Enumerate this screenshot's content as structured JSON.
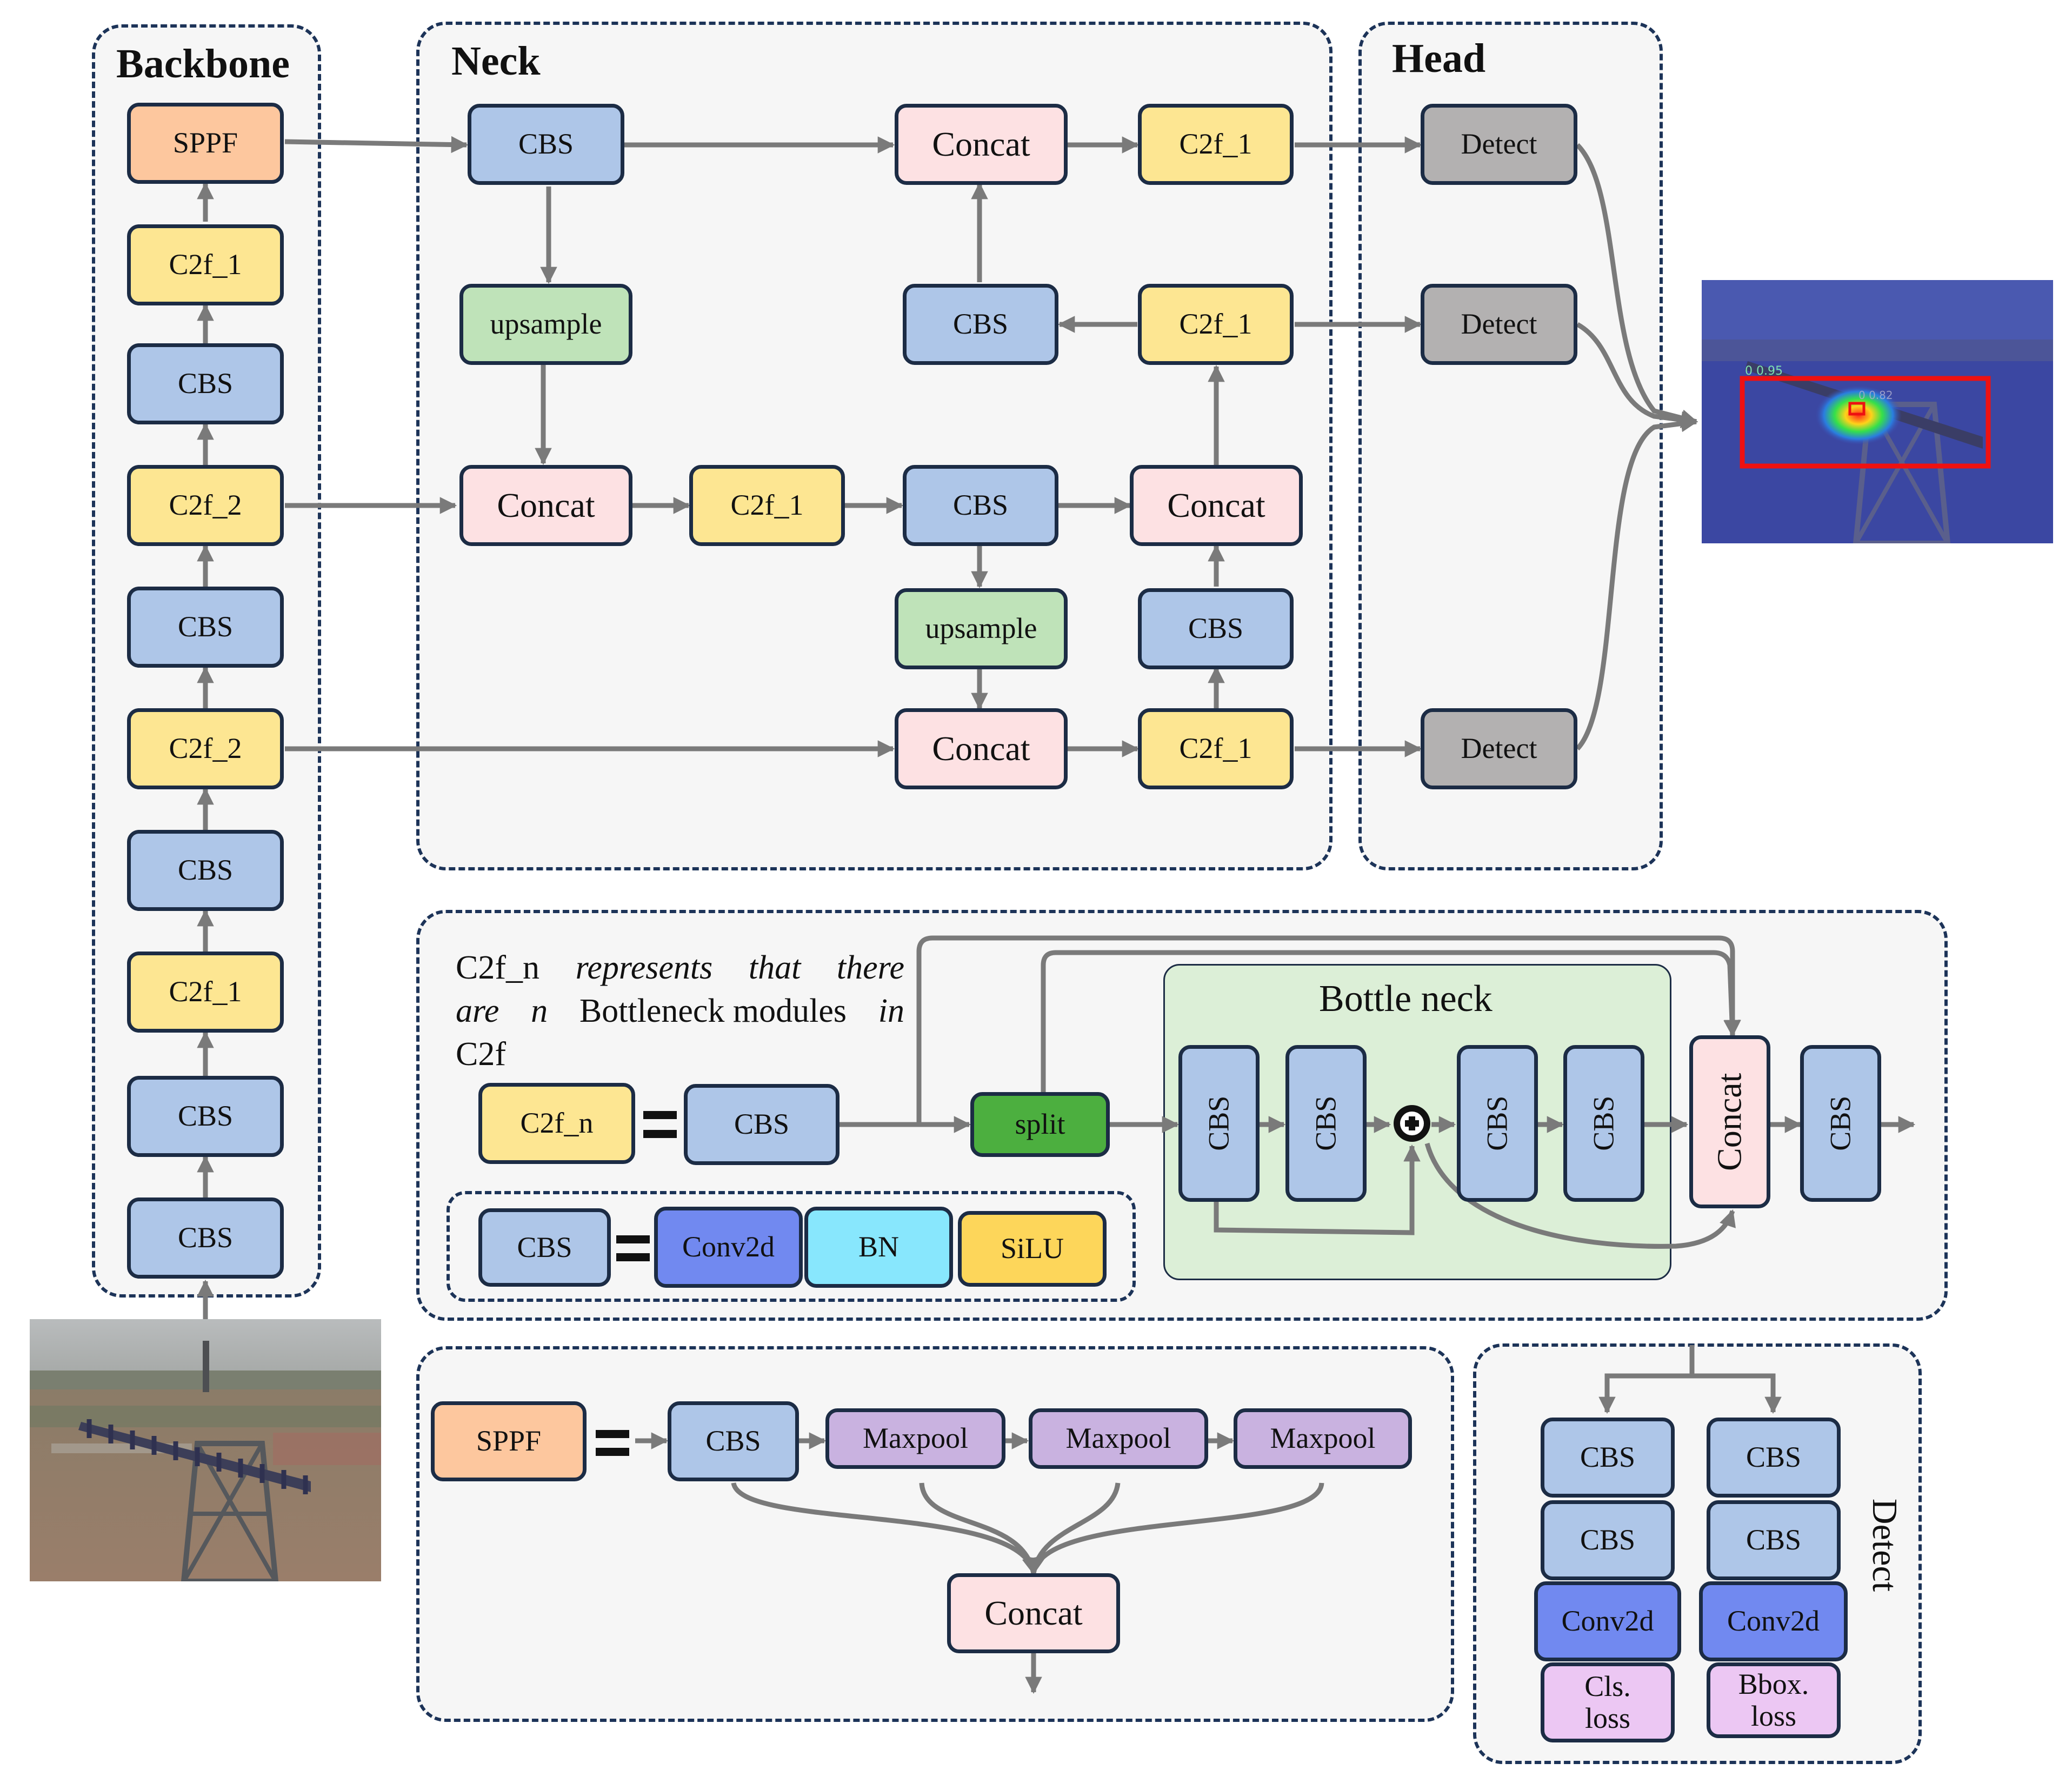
{
  "backbone": {
    "title": "Backbone",
    "blocks": [
      "SPPF",
      "C2f_1",
      "CBS",
      "C2f_2",
      "CBS",
      "C2f_2",
      "CBS",
      "C2f_1",
      "CBS",
      "CBS"
    ]
  },
  "neck": {
    "title": "Neck",
    "cbs": "CBS",
    "c2f_1": "C2f_1",
    "concat": "Concat",
    "upsample": "upsample"
  },
  "head": {
    "title": "Head",
    "detect": "Detect"
  },
  "output_image": {
    "labels": [
      "0 0.95",
      "0 0.82"
    ]
  },
  "c2f_detail": {
    "note_parts": [
      "C2f_n",
      "represents",
      "that",
      "there",
      "are",
      "n",
      "Bottleneck modules",
      "in",
      "C2f"
    ],
    "c2f_n": "C2f_n",
    "cbs": "CBS",
    "split": "split",
    "bottleneck_title": "Bottle neck",
    "concat": "Concat"
  },
  "cbs_detail": {
    "cbs": "CBS",
    "conv2d": "Conv2d",
    "bn": "BN",
    "silu": "SiLU"
  },
  "sppf_detail": {
    "sppf": "SPPF",
    "cbs": "CBS",
    "maxpool": "Maxpool",
    "concat": "Concat"
  },
  "detect_detail": {
    "label": "Detect",
    "cbs": "CBS",
    "conv2d": "Conv2d",
    "cls_loss": "Cls. loss",
    "bbox_loss": "Bbox. loss"
  },
  "colors": {
    "cbs": "#aec6e8",
    "c2f": "#fde692",
    "concat": "#fde1e3",
    "upsample": "#bfe3b9",
    "detect": "#b3b1b1",
    "sppf": "#fdc79e",
    "split": "#4caf3f",
    "conv2d": "#7189f0",
    "bn": "#88e7fd",
    "silu": "#fdd65a",
    "maxpool": "#c9b2e0",
    "loss": "#ecc7f3",
    "arrow": "#7a7a7a",
    "panel_border": "#1c3358"
  }
}
